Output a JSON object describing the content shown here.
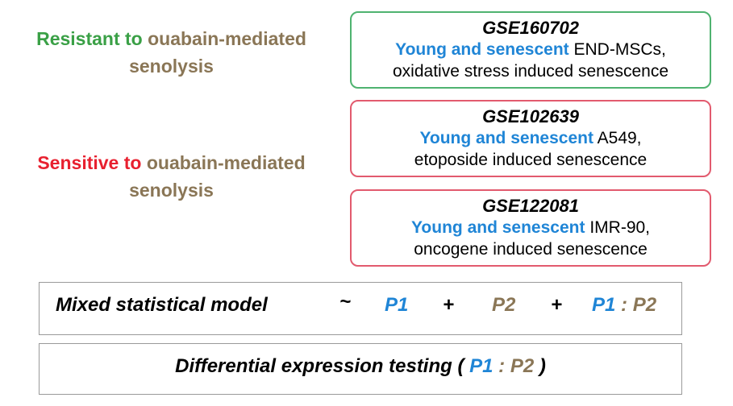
{
  "labels": {
    "resistant": {
      "part1": "Resistant to",
      "part2": "ouabain-mediated",
      "part3": "senolysis"
    },
    "sensitive": {
      "part1": "Sensitive to",
      "part2": "ouabain-mediated",
      "part3": "senolysis"
    }
  },
  "datasets": [
    {
      "id": "GSE160702",
      "highlight": "Young and senescent",
      "cells": "END-MSCs,",
      "induction": "oxidative stress induced senescence"
    },
    {
      "id": "GSE102639",
      "highlight": "Young and senescent",
      "cells": "A549,",
      "induction": "etoposide induced senescence"
    },
    {
      "id": "GSE122081",
      "highlight": "Young and senescent",
      "cells": "IMR-90,",
      "induction": "oncogene induced senescence"
    }
  ],
  "formula": {
    "model": "Mixed statistical model",
    "tilde": "~",
    "p1": "P1",
    "plus1": "+",
    "p2": "P2",
    "plus2": "+",
    "int_p1": "P1",
    "colon": ":",
    "int_p2": "P2"
  },
  "differential": {
    "text": "Differential expression testing (",
    "p1": "P1",
    "colon": ":",
    "p2": "P2",
    "close": ")"
  },
  "colors": {
    "green": "#3aa046",
    "red": "#e8202f",
    "brown": "#8a7656",
    "blue": "#1f85d6",
    "green_border": "#4fb370",
    "red_border": "#e25a6e"
  }
}
